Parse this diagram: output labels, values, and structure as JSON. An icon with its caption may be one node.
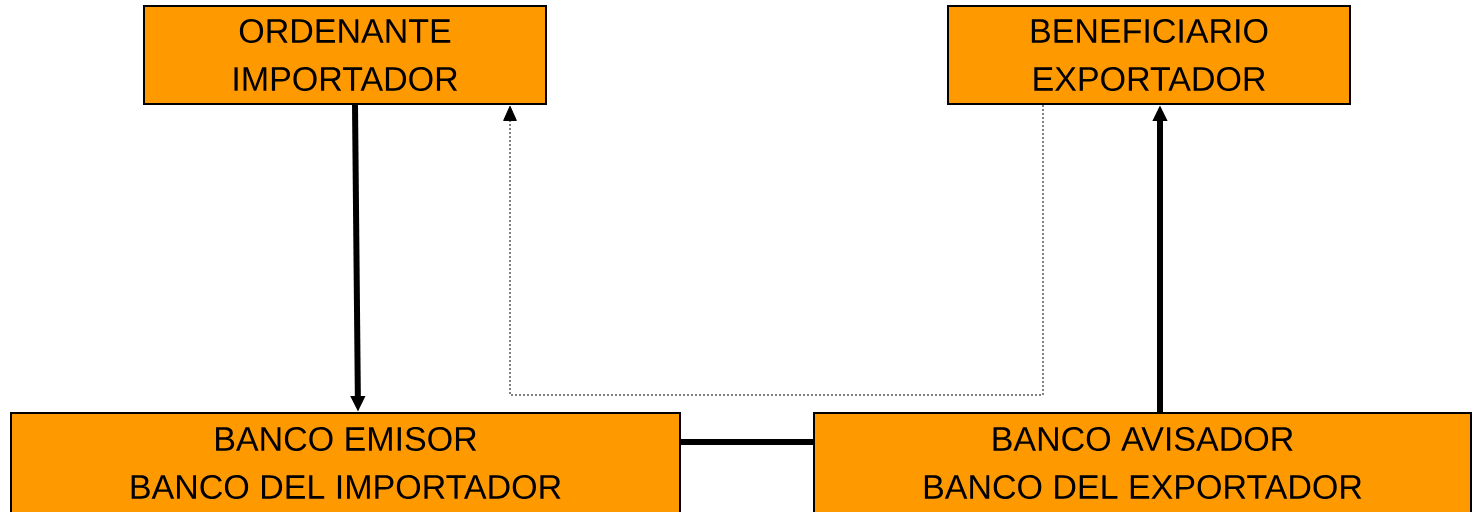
{
  "diagram": {
    "nodes": [
      {
        "text": [
          "ORDENANTE",
          "IMPORTADOR"
        ]
      },
      {
        "text": [
          "BENEFICIARIO",
          "EXPORTADOR"
        ]
      },
      {
        "text": [
          "BANCO EMISOR",
          "BANCO DEL IMPORTADOR"
        ]
      },
      {
        "text": [
          "BANCO AVISADOR",
          "BANCO DEL EXPORTADOR"
        ]
      }
    ],
    "edges": [
      {
        "from": 0,
        "to": 2,
        "arrow": "to"
      },
      {
        "from": 2,
        "to": 3,
        "arrow": "none"
      },
      {
        "from": 3,
        "to": 1,
        "arrow": "to"
      },
      {
        "from": 1,
        "to": 0,
        "arrow": "to",
        "style": "dashed"
      }
    ]
  }
}
